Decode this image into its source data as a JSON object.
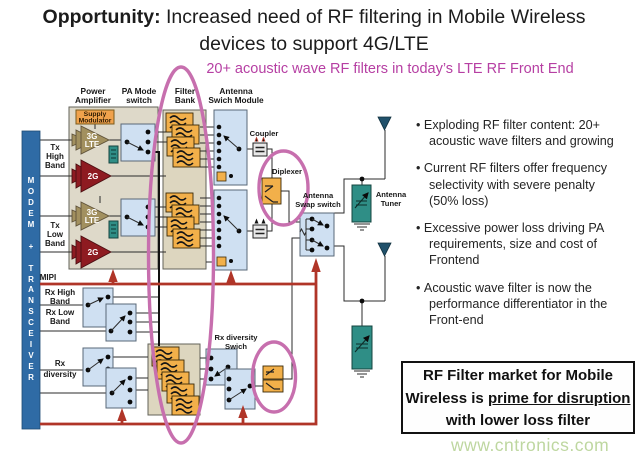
{
  "title": {
    "lead": "Opportunity:",
    "line1_rest": " Increased need of RF filtering in Mobile Wireless",
    "line2": "devices to support 4G/LTE"
  },
  "subtitle": "20+ acoustic wave RF filters in today’s LTE RF Front End",
  "bullets": [
    "Exploding RF filter content: 20+ acoustic wave filters and growing",
    "Current RF filters offer frequency selectivity with severe penalty (50% loss)",
    "Excessive power loss driving PA requirements, size and cost of Frontend",
    "Acoustic wave filter is now the performance differentiator in the Front-end"
  ],
  "callout": {
    "line1": "RF Filter market for Mobile",
    "line2_pre": "Wireless is ",
    "line2_underline": "prime for disruption",
    "line3": "with lower loss filter"
  },
  "watermark": "www.cntronics.com",
  "diagram": {
    "modem_bar": "MODEM + TRANSCEIVER",
    "columns": {
      "power_amplifier": [
        "Power",
        "Amplifier"
      ],
      "pa_mode_switch": [
        "PA Mode",
        "switch"
      ],
      "filter_bank": [
        "Filter",
        "Bank"
      ],
      "antenna_switch_module": [
        "Antenna",
        "Swich Module"
      ]
    },
    "blocks": {
      "supply_modulator": [
        "Supply",
        "Modulator"
      ],
      "amp_3g_lte": [
        "3G",
        "LTE"
      ],
      "amp_2g": "2G",
      "coupler": "Coupler",
      "diplexer": "Diplexer",
      "antenna_swap_switch": [
        "Antenna",
        "Swap switch"
      ],
      "antenna_tuner": [
        "Antenna",
        "Tuner"
      ],
      "rx_diversity_switch": [
        "Rx diversity",
        "Swich"
      ]
    },
    "ports": {
      "tx_high_band": [
        "Tx",
        "High",
        "Band"
      ],
      "tx_low_band": [
        "Tx",
        "Low",
        "Band"
      ],
      "mipi": "MIPI",
      "rx_high_band": [
        "Rx High",
        "Band"
      ],
      "rx_low_band": [
        "Rx Low",
        "Band"
      ],
      "rx_diversity": [
        "Rx",
        "diversity"
      ]
    }
  },
  "colors": {
    "magenta": "#b63fa3",
    "pink": "#c76fae",
    "bluebar": "#2f6ba5",
    "red": "#b03528",
    "panel": "#ded9c9",
    "panel2": "#ddd6bf",
    "lightblue": "#cfe0f2",
    "orange": "#f2b04a",
    "supply": "#f0a24c",
    "tan": "#a2905f",
    "darkred": "#8e1b21",
    "teal": "#2f8e86",
    "antcol": "#20516b",
    "wm": "#bed7a0"
  }
}
